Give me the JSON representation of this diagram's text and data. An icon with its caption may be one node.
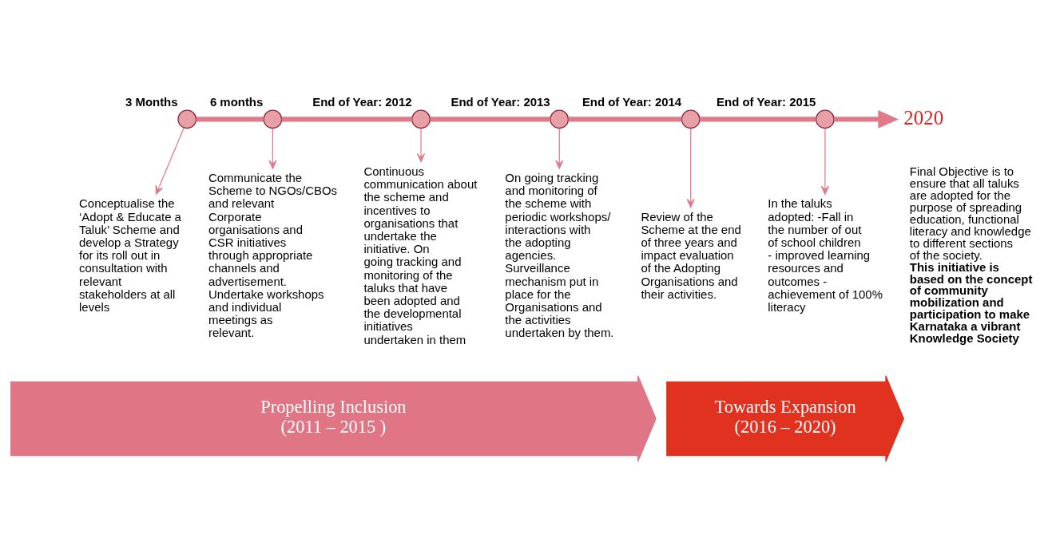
{
  "diagram": {
    "nodes": [
      {
        "text": [],
        "shape": "circle",
        "beside": [
          "3 Months"
        ]
      },
      {
        "text": [],
        "shape": "circle",
        "beside": [
          "6 months"
        ]
      },
      {
        "text": [],
        "shape": "circle",
        "beside": [
          "End of Year: 2012"
        ]
      },
      {
        "text": [],
        "shape": "circle",
        "beside": [
          "End of Year: 2013"
        ]
      },
      {
        "text": [],
        "shape": "circle",
        "beside": [
          "End of Year: 2014"
        ]
      },
      {
        "text": [],
        "shape": "circle",
        "beside": [
          "End of Year: 2015"
        ]
      },
      {
        "text": [
          "2020"
        ]
      },
      {
        "text": [
          "Conceptualise the ‘Adopt & Educate a Taluk’ Scheme and develop a Strategy for its roll out in consultation with relevant stakeholders at all levels"
        ]
      },
      {
        "text": [
          "Communicate the Scheme to NGOs/CBOs and relevant Corporate organisations and CSR initiatives through appropriate channels and advertisement. Undertake workshops and individual meetings as relevant."
        ]
      },
      {
        "text": [
          "Continuous communication about the scheme and incentives to organisations that undertake the initiative. On going tracking and monitoring of the taluks that have been adopted and the developmental initiatives undertaken in them"
        ]
      },
      {
        "text": [
          "On going tracking and monitoring of the scheme with periodic workshops/interactions with the adopting agencies. Surveillance mechanism put in place for the Organisations and the activities undertaken by them."
        ]
      },
      {
        "text": [
          "Review of the Scheme at the end of three years and impact evaluation of the Adopting Organisations and their activities."
        ]
      },
      {
        "text": [
          "In the taluks adopted: -Fall in the number of out of school children - improved learning resources and outcomes - achievement of 100% literacy"
        ]
      },
      {
        "text": [
          "Propelling Inclusion (2011 – 2015 )"
        ]
      },
      {
        "text": [
          "Towards Expansion (2016 – 2020)"
        ]
      }
    ],
    "edges": [
      {
        "from": 0,
        "to": 1,
        "arrow": "none",
        "style": "thick"
      },
      {
        "from": 1,
        "to": 2,
        "arrow": "none",
        "style": "thick"
      },
      {
        "from": 2,
        "to": 3,
        "arrow": "none",
        "style": "thick"
      },
      {
        "from": 3,
        "to": 4,
        "arrow": "none",
        "style": "thick"
      },
      {
        "from": 4,
        "to": 5,
        "arrow": "none",
        "style": "thick"
      },
      {
        "from": 5,
        "to": 6,
        "arrow": "to",
        "style": "thick"
      },
      {
        "from": 0,
        "to": 7,
        "arrow": "to"
      },
      {
        "from": 1,
        "to": 8,
        "arrow": "to"
      },
      {
        "from": 2,
        "to": 9,
        "arrow": "to"
      },
      {
        "from": 3,
        "to": 10,
        "arrow": "to"
      },
      {
        "from": 4,
        "to": 11,
        "arrow": "to"
      },
      {
        "from": 5,
        "to": 12,
        "arrow": "to"
      }
    ],
    "labels": [
      "Final Objective is to ensure that all taluks are adopted for the purpose of spreading education, functional literacy and knowledge to different sections of the society. **This initiative is based on the concept of community mobilization and participation to make Karnataka a vibrant Knowledge Society**"
    ]
  }
}
